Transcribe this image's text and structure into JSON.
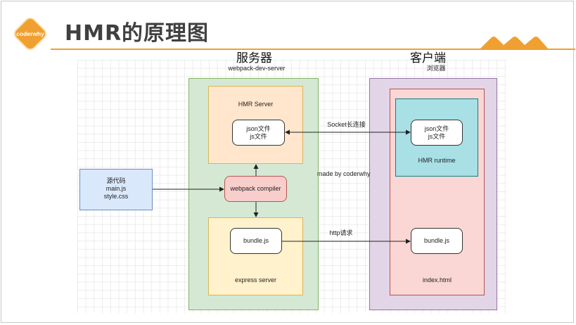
{
  "slide": {
    "logo_text": "coderwhy",
    "title": "HMR的原理图",
    "accent_color": "#f0a030"
  },
  "diagram": {
    "server_heading": "服务器",
    "client_heading": "客户端",
    "server_container": "webpack-dev-server",
    "client_container": "浏览器",
    "hmr_server": "HMR Server",
    "server_files": [
      "json文件",
      "js文件"
    ],
    "source_code": [
      "源代码",
      "main.js",
      "style.css"
    ],
    "compiler": "webpack compiler",
    "express_server": "express server",
    "server_bundle": "bundle.js",
    "socket_label": "Socket长连接",
    "http_label": "http请求",
    "watermark": "made by coderwhy",
    "client_files": [
      "json文件",
      "js文件"
    ],
    "hmr_runtime": "HMR runtime",
    "client_bundle": "bundle.js",
    "index_html": "index.html",
    "colors": {
      "server_green": "#d5e8d4",
      "hmr_orange": "#ffe6cc",
      "express_yellow": "#fff2cc",
      "compiler_red": "#f8cecc",
      "source_blue": "#dae8fc",
      "browser_purple": "#e1d5e7",
      "index_pink": "#fad7d4",
      "runtime_cyan": "#a8e0e6"
    }
  }
}
